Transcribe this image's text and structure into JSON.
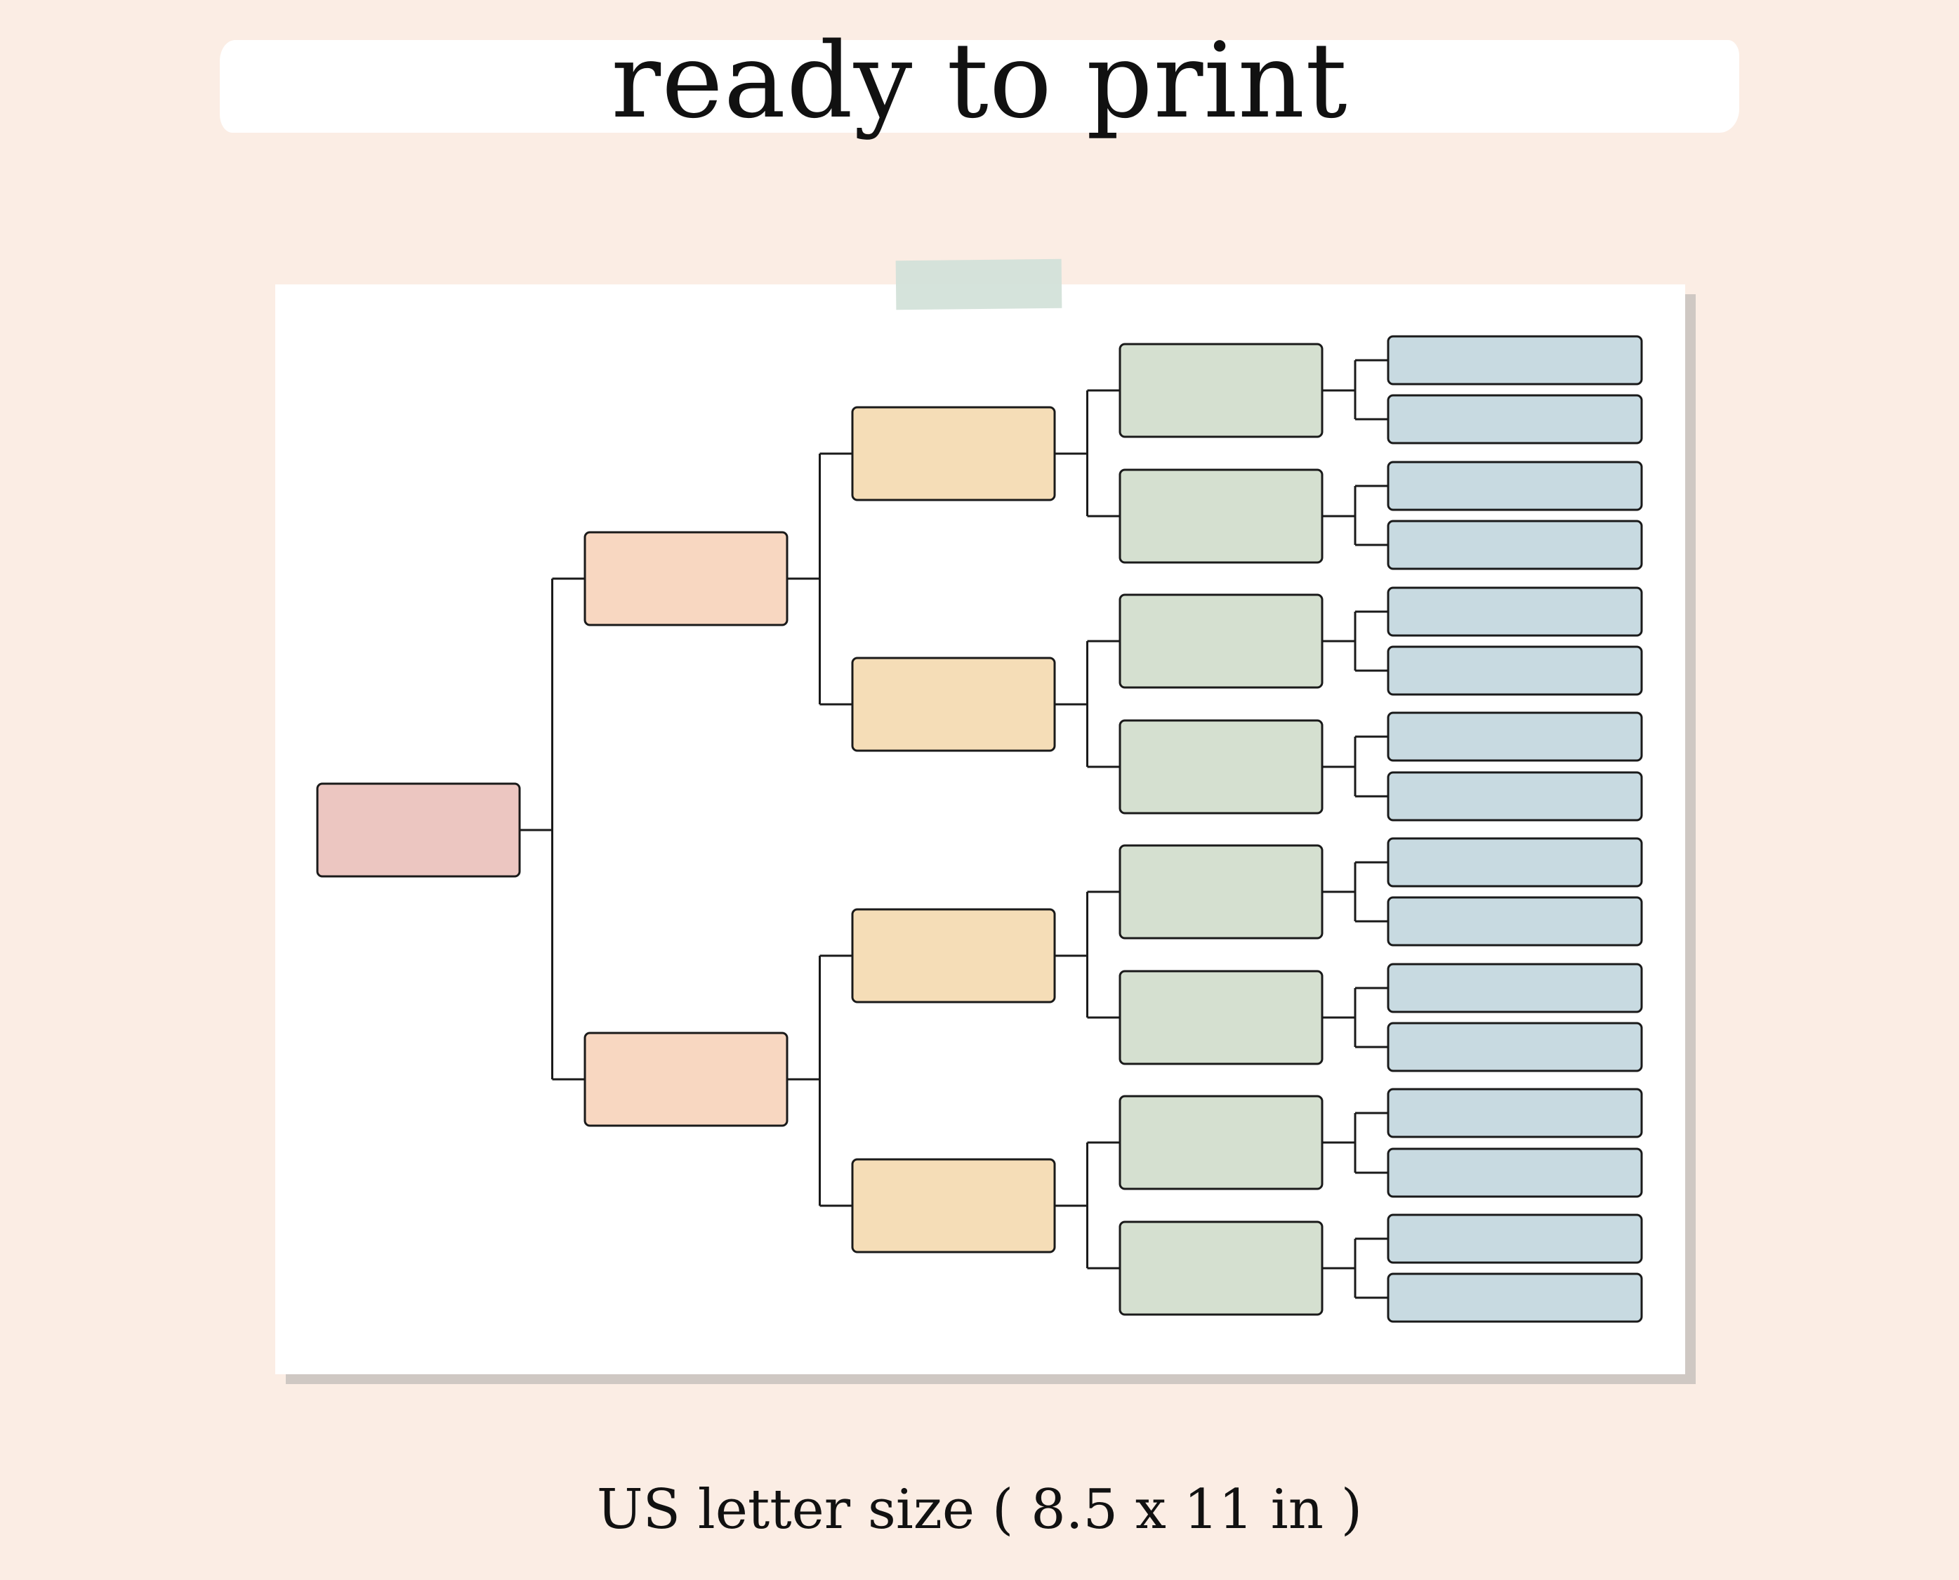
{
  "header": {
    "title": "ready to print"
  },
  "footer": {
    "caption": "US letter size ( 8.5 x 11 in )"
  },
  "family_tree": {
    "generations": 5,
    "box_counts": [
      1,
      2,
      4,
      8,
      16
    ],
    "colors": {
      "generation_1": "#ecc6c1",
      "generation_2": "#f8d7c1",
      "generation_3": "#f5ddb7",
      "generation_4": "#d5e0d0",
      "generation_5": "#c8dae1",
      "connector": "#1a1a1a"
    }
  },
  "colors": {
    "background": "#fbede4",
    "paper": "#ffffff",
    "tape": "#d3e2d9"
  }
}
